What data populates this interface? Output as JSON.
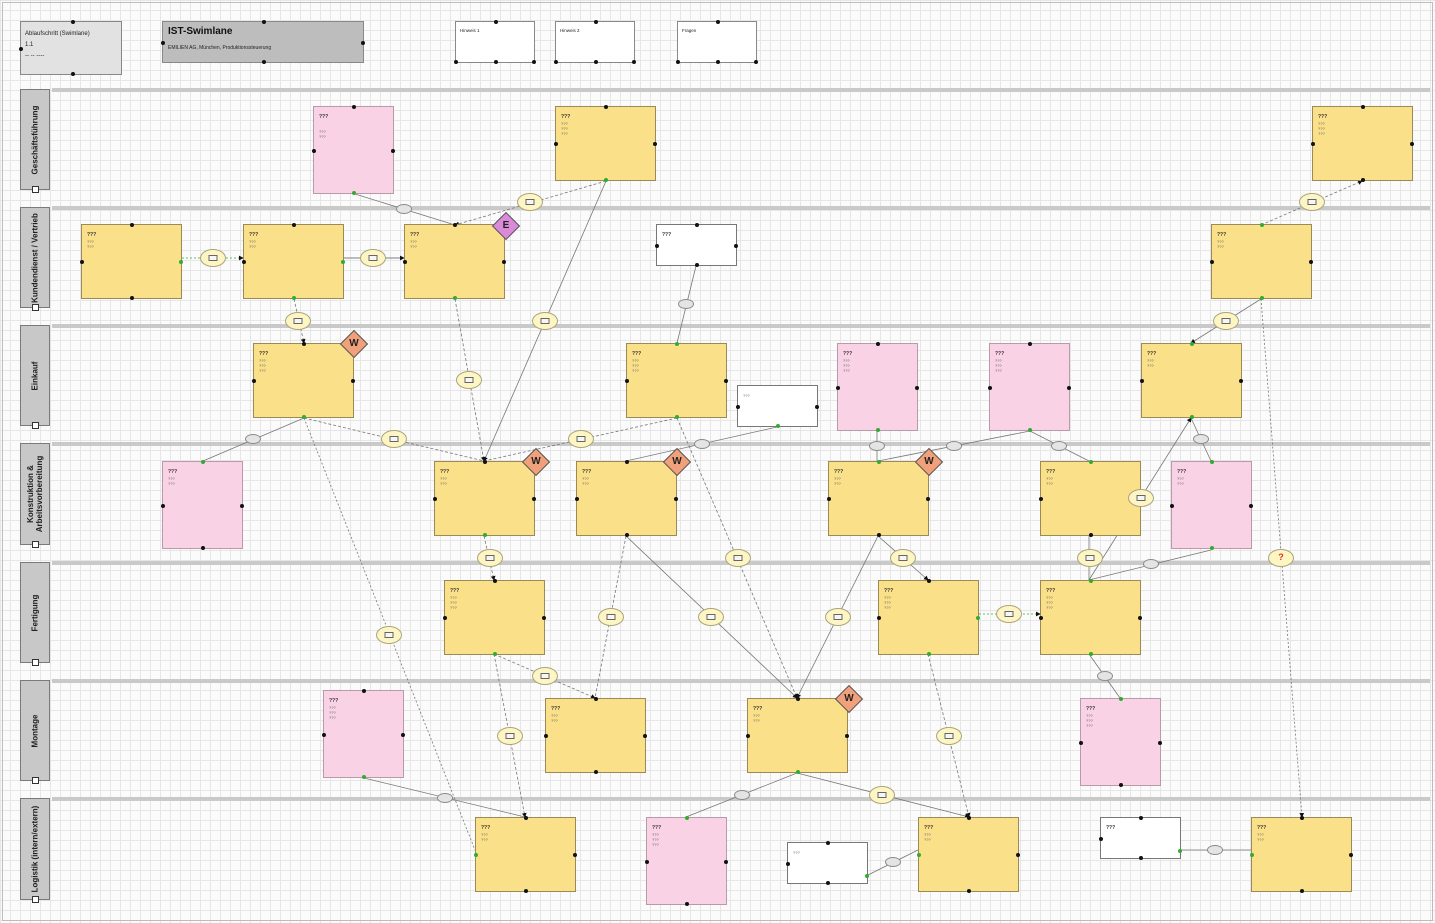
{
  "header": {
    "info_box": {
      "line1": "Ablaufschritt (Swimlane)",
      "line2": "1.1",
      "line3": "-- -- ----"
    },
    "title_box": {
      "title": "IST-Swimlane",
      "subtitle": "EMILIEN AG, München, Produktionssteuerung"
    },
    "note_boxes": [
      {
        "label": "Hinweis 1"
      },
      {
        "label": "Hinweis 2"
      },
      {
        "label": "Fragen"
      }
    ]
  },
  "lanes": [
    {
      "label": "Geschäftsführung"
    },
    {
      "label": "Kundendienst / Vertrieb"
    },
    {
      "label": "Einkauf"
    },
    {
      "label": "Konstruktion & Arbeitsvorbereitung"
    },
    {
      "label": "Fertigung"
    },
    {
      "label": "Montage"
    },
    {
      "label": "Logistik (intern/extern)"
    }
  ],
  "placeholder": "???",
  "badges": {
    "w": "W",
    "e": "E"
  },
  "question_mark": "?",
  "colors": {
    "process": "#fbe08a",
    "document": "#fad2e6",
    "badge_w": "#f0a07a",
    "badge_e": "#d98ad9",
    "connector": "#fdf6c4",
    "grid": "#e6e6e6"
  }
}
